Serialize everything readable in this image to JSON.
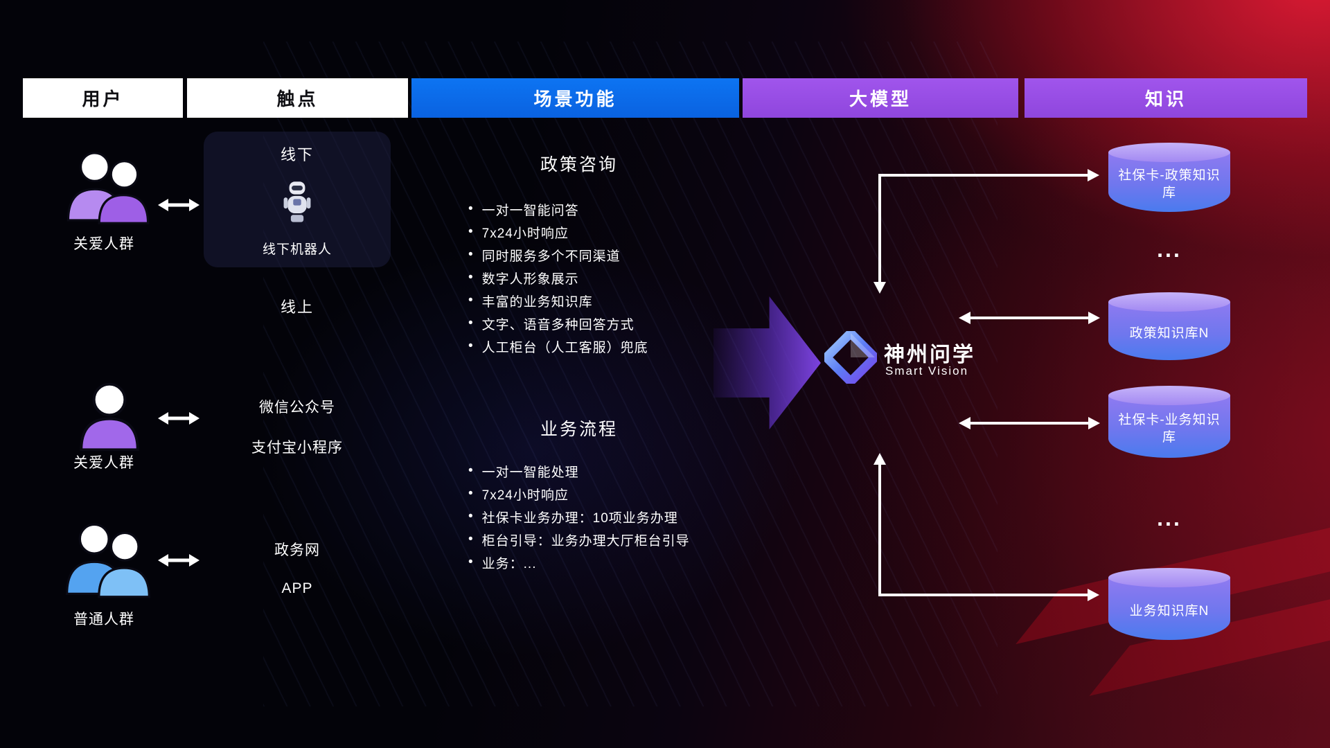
{
  "header": {
    "columns": [
      {
        "label": "用户"
      },
      {
        "label": "触点"
      },
      {
        "label": "场景功能"
      },
      {
        "label": "大模型"
      },
      {
        "label": "知识"
      }
    ]
  },
  "users": {
    "groups": [
      {
        "label": "关爱人群"
      },
      {
        "label": "关爱人群"
      },
      {
        "label": "普通人群"
      }
    ]
  },
  "touchpoints": {
    "offline": {
      "title": "线下",
      "robot_label": "线下机器人"
    },
    "online_title": "线上",
    "online_items": [
      {
        "label": "微信公众号"
      },
      {
        "label": "支付宝小程序"
      },
      {
        "label": "政务网"
      },
      {
        "label": "APP"
      }
    ]
  },
  "scenarios": [
    {
      "title": "政策咨询",
      "bullets": [
        "一对一智能问答",
        "7x24小时响应",
        "同时服务多个不同渠道",
        "数字人形象展示",
        "丰富的业务知识库",
        "文字、语音多种回答方式",
        "人工柜台（人工客服）兜底"
      ]
    },
    {
      "title": "业务流程",
      "bullets": [
        "一对一智能处理",
        "7x24小时响应",
        "社保卡业务办理：10项业务办理",
        "柜台引导：业务办理大厅柜台引导",
        "业务：..."
      ]
    }
  ],
  "model": {
    "name": "神州问学",
    "subtitle": "Smart Vision"
  },
  "knowledge": {
    "items": [
      {
        "label": "社保卡-政策知识库"
      },
      {
        "label": "..."
      },
      {
        "label": "政策知识库N"
      },
      {
        "label": "社保卡-业务知识库"
      },
      {
        "label": "..."
      },
      {
        "label": "业务知识库N"
      }
    ]
  },
  "colors": {
    "header_blue": "#0a6cf2",
    "header_purple": "#9a4fe8",
    "cylinder_top": "#b7a0f5",
    "cylinder_purple": "#8f7af0",
    "cylinder_blue": "#4a7bee",
    "accent_red": "#b01226",
    "user_purple": "#a168ea",
    "user_blue": "#54a3f0"
  }
}
